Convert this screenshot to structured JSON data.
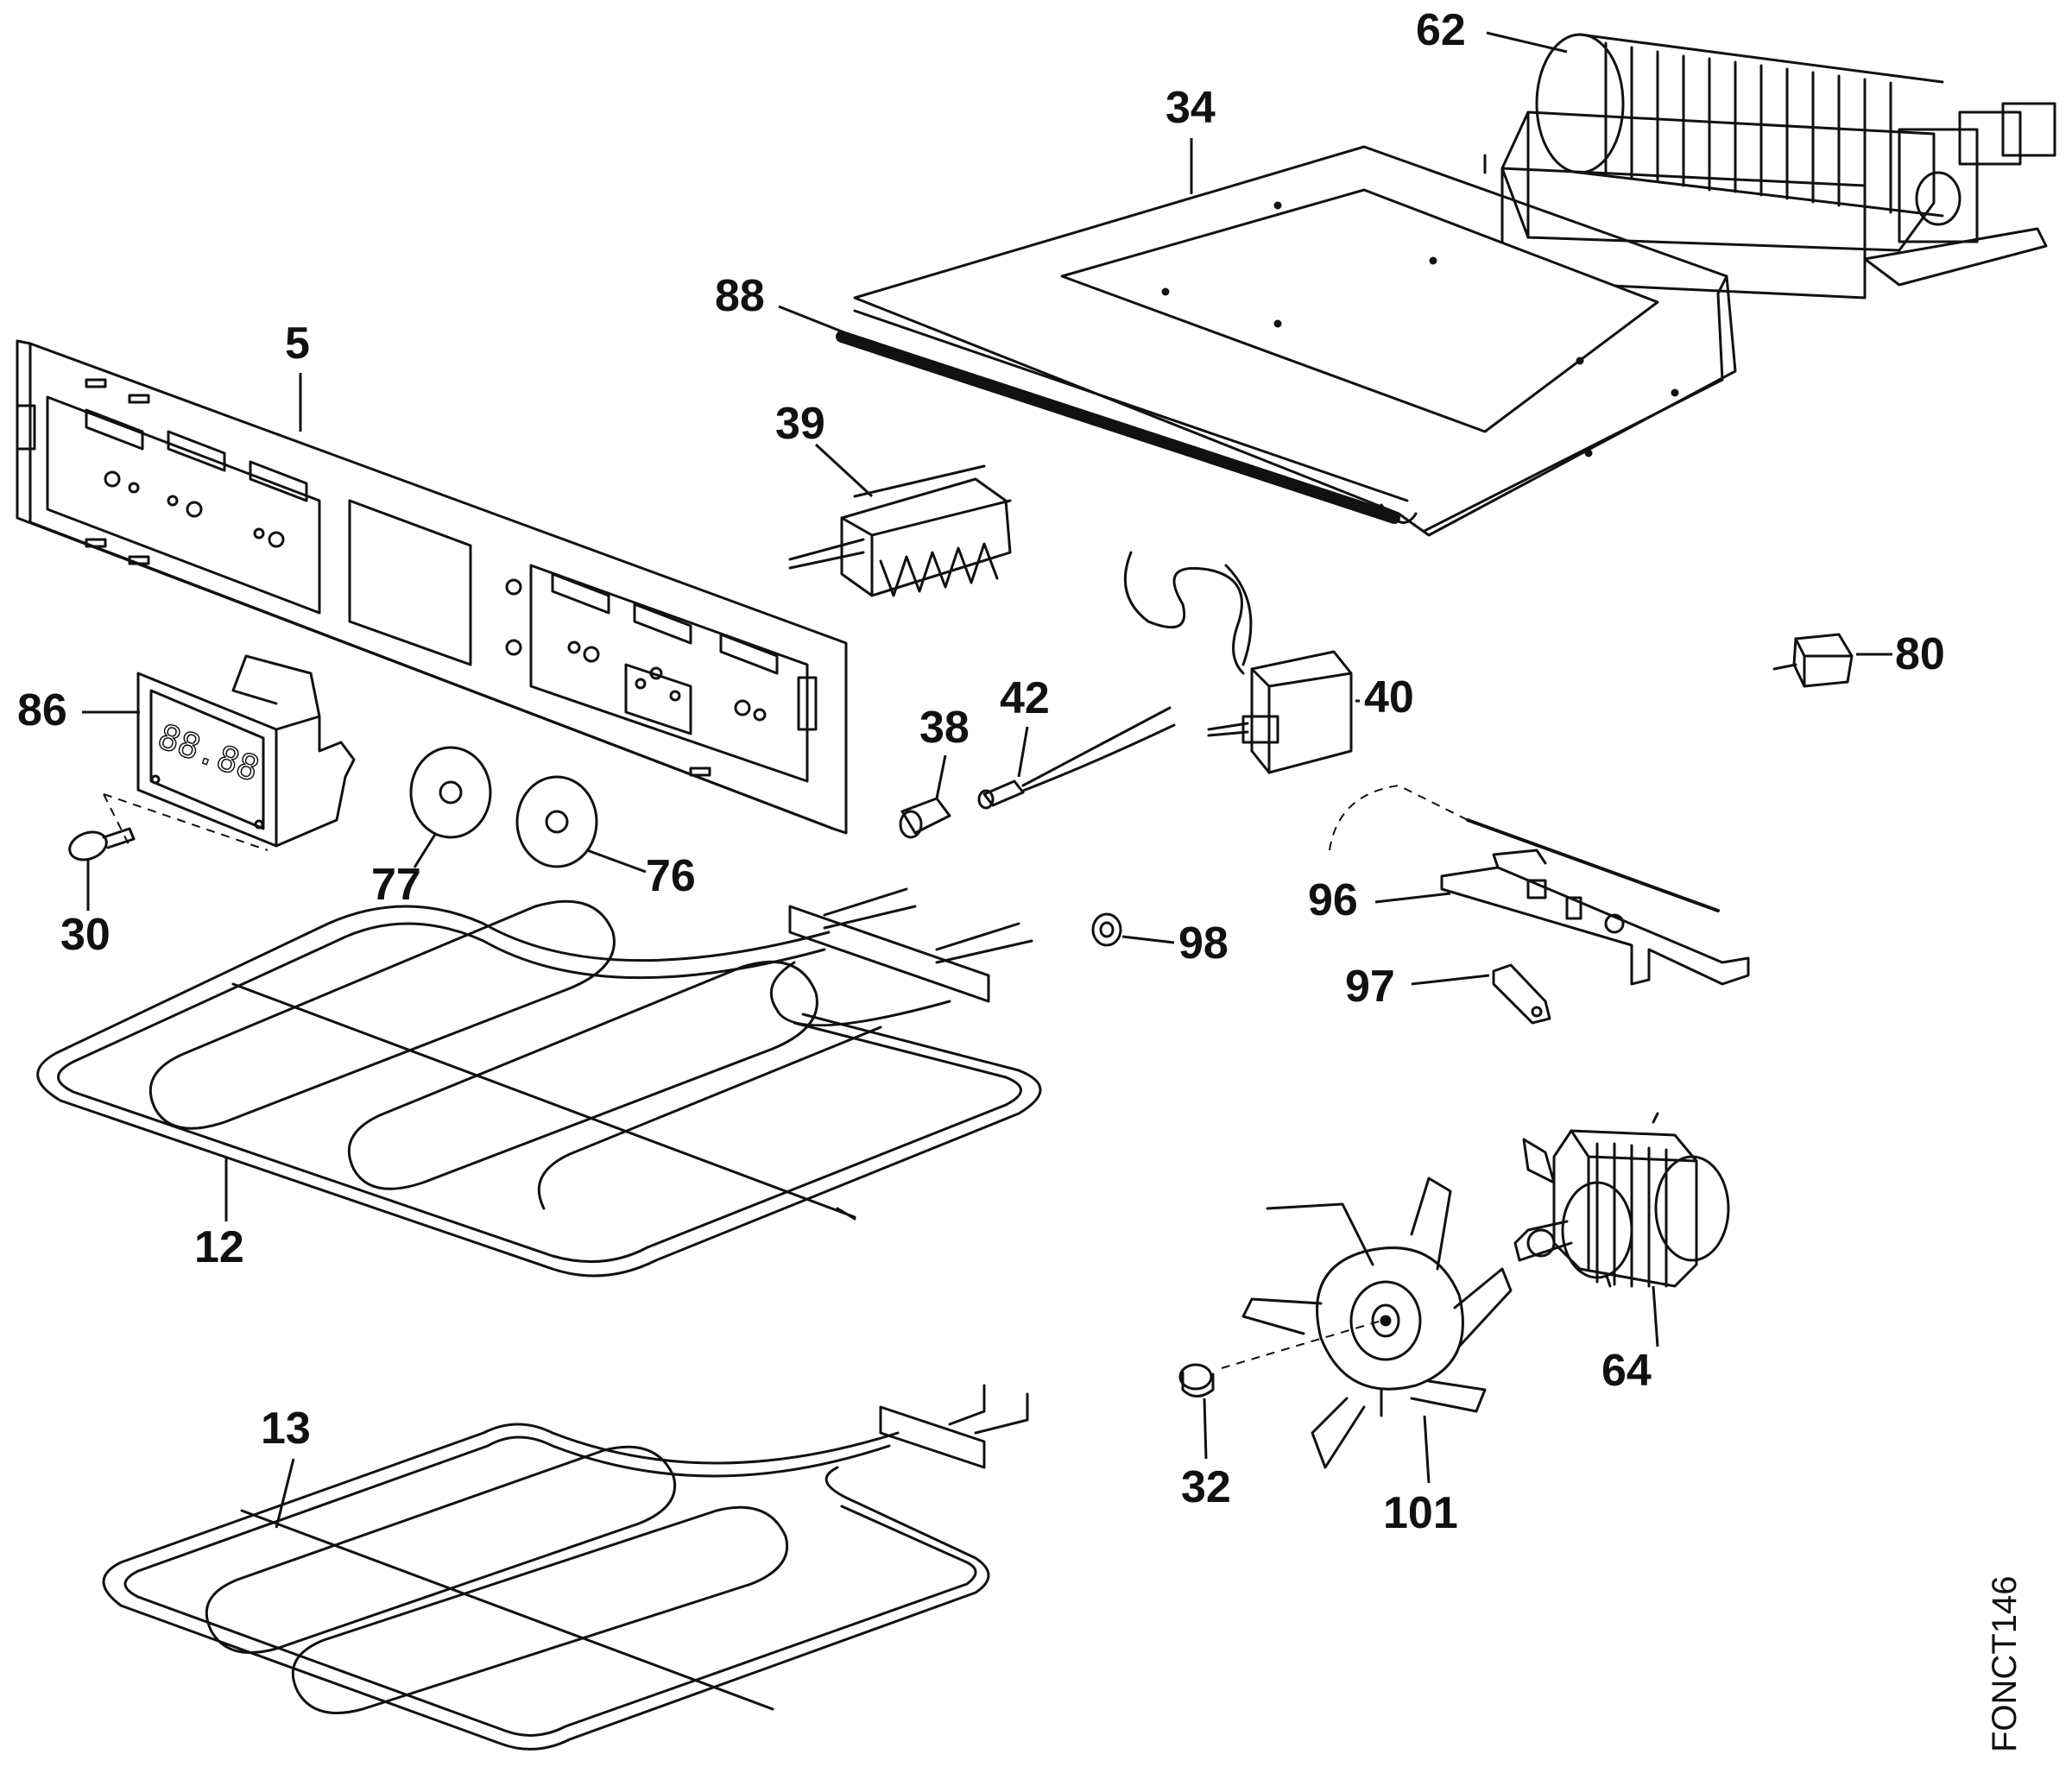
{
  "labels": {
    "l5": "5",
    "l12": "12",
    "l13": "13",
    "l30": "30",
    "l32": "32",
    "l34": "34",
    "l38": "38",
    "l39": "39",
    "l40": "40",
    "l42": "42",
    "l62": "62",
    "l64": "64",
    "l76": "76",
    "l77": "77",
    "l80": "80",
    "l86": "86",
    "l88": "88",
    "l96": "96",
    "l97": "97",
    "l98": "98",
    "l101": "101"
  },
  "display_readout": "88.88",
  "drawing_code": "FONCT146"
}
